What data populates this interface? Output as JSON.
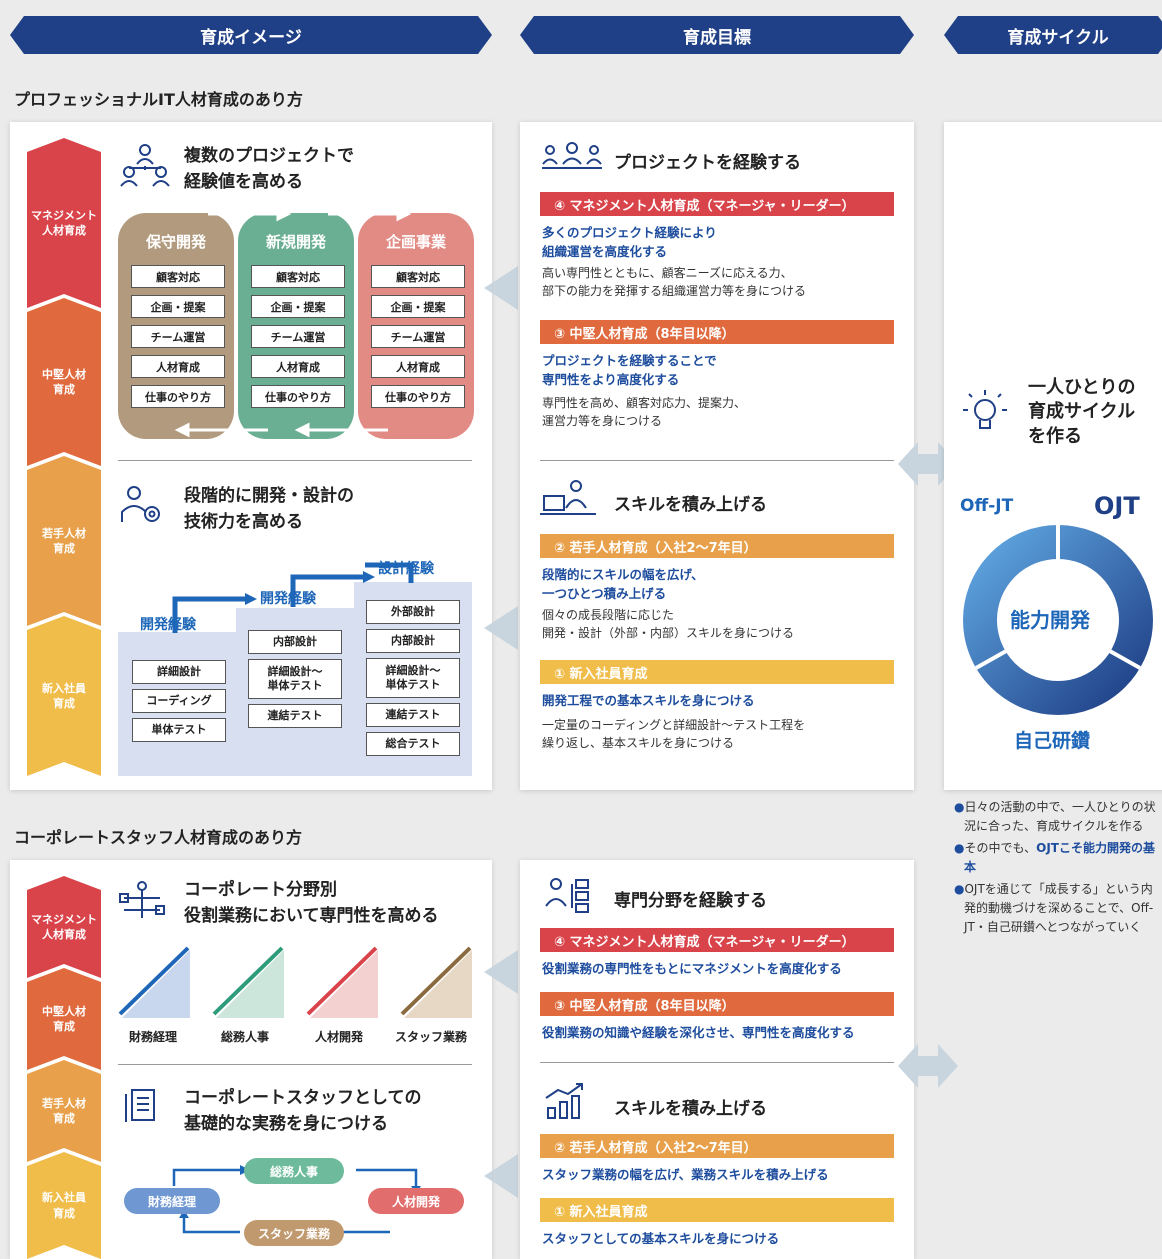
{
  "headers": {
    "image": "育成イメージ",
    "goal": "育成目標",
    "cycle": "育成サイクル"
  },
  "sections": {
    "pro": "プロフェッショナルIT人材育成のあり方",
    "corp": "コーポレートスタッフ人材育成のあり方"
  },
  "levels": [
    "マネジメント\n人材育成",
    "中堅人材\n育成",
    "若手人材\n育成",
    "新入社員\n育成"
  ],
  "pro_image": {
    "title1": "複数のプロジェクトで\n経験値を高める",
    "columns": [
      {
        "name": "保守開発",
        "color": "#b19a7d"
      },
      {
        "name": "新規開発",
        "color": "#6aaf93"
      },
      {
        "name": "企画事業",
        "color": "#e28a84"
      }
    ],
    "chips": [
      "顧客対応",
      "企画・提案",
      "チーム運営",
      "人材育成",
      "仕事のやり方"
    ],
    "title2": "段階的に開発・設計の\n技術力を高める",
    "steps": [
      "開発経験",
      "開発経験",
      "設計経験"
    ],
    "col1": [
      "詳細設計",
      "コーディング",
      "単体テスト"
    ],
    "col2": [
      "内部設計",
      "詳細設計～\n単体テスト",
      "連結テスト"
    ],
    "col3": [
      "外部設計",
      "内部設計",
      "詳細設計～\n単体テスト",
      "連結テスト",
      "総合テスト"
    ]
  },
  "pro_goal": {
    "title1": "プロジェクトを経験する",
    "m_bar": "④ マネジメント人材育成（マネージャ・リーダー）",
    "m_blue": "多くのプロジェクト経験により\n組織運営を高度化する",
    "m_grey": "高い専門性とともに、顧客ニーズに応える力、\n部下の能力を発揮する組織運営力等を身につける",
    "c_bar": "③ 中堅人材育成（8年目以降）",
    "c_blue": "プロジェクトを経験することで\n専門性をより高度化する",
    "c_grey": "専門性を高め、顧客対応力、提案力、\n運営力等を身につける",
    "title2": "スキルを積み上げる",
    "y_bar": "② 若手人材育成（入社2～7年目）",
    "y_blue": "段階的にスキルの幅を広げ、\n一つひとつ積み上げる",
    "y_grey": "個々の成長段階に応じた\n開発・設計（外部・内部）スキルを身につける",
    "n_bar": "① 新入社員育成",
    "n_blue": "開発工程での基本スキルを身につける",
    "n_grey": "一定量のコーディングと詳細設計～テスト工程を\n繰り返し、基本スキルを身につける"
  },
  "cycle": {
    "title": "一人ひとりの\n育成サイクル\nを作る",
    "offjt": "Off-JT",
    "ojt": "OJT",
    "center": "能力開発",
    "self": "自己研鑽",
    "bullets": [
      {
        "text": "日々の活動の中で、一人ひとりの状況に合った、育成サイクルを作る",
        "em": ""
      },
      {
        "text": "その中でも、",
        "em": "OJTこそ能力開発の基本"
      },
      {
        "text": "OJTを通じて「成長する」という内発的動機づけを深めることで、Off-JT・自己研鑽へとつながっていく",
        "em": ""
      }
    ]
  },
  "corp_image": {
    "title1": "コーポレート分野別\n役割業務において専門性を高める",
    "cats": [
      {
        "name": "財務経理",
        "color": "#1e66b8"
      },
      {
        "name": "総務人事",
        "color": "#2e9b7a"
      },
      {
        "name": "人材開発",
        "color": "#d9434a"
      },
      {
        "name": "スタッフ業務",
        "color": "#8a6a3e"
      }
    ],
    "title2": "コーポレートスタッフとしての\n基礎的な実務を身につける",
    "cycle": [
      "財務経理",
      "総務人事",
      "人材開発",
      "スタッフ業務"
    ]
  },
  "corp_goal": {
    "title1": "専門分野を経験する",
    "m_bar": "④ マネジメント人材育成（マネージャ・リーダー）",
    "m_blue": "役割業務の専門性をもとにマネジメントを高度化する",
    "c_bar": "③ 中堅人材育成（8年目以降）",
    "c_blue": "役割業務の知識や経験を深化させ、専門性を高度化する",
    "title2": "スキルを積み上げる",
    "y_bar": "② 若手人材育成（入社2～7年目）",
    "y_blue": "スタッフ業務の幅を広げ、業務スキルを積み上げる",
    "n_bar": "① 新入社員育成",
    "n_blue": "スタッフとしての基本スキルを身につける"
  },
  "colors": {
    "navy": "#1f3f86",
    "mgmt": "#d9434a",
    "mid": "#e06a3d",
    "young": "#e9a04b",
    "new": "#f0bd4a"
  }
}
